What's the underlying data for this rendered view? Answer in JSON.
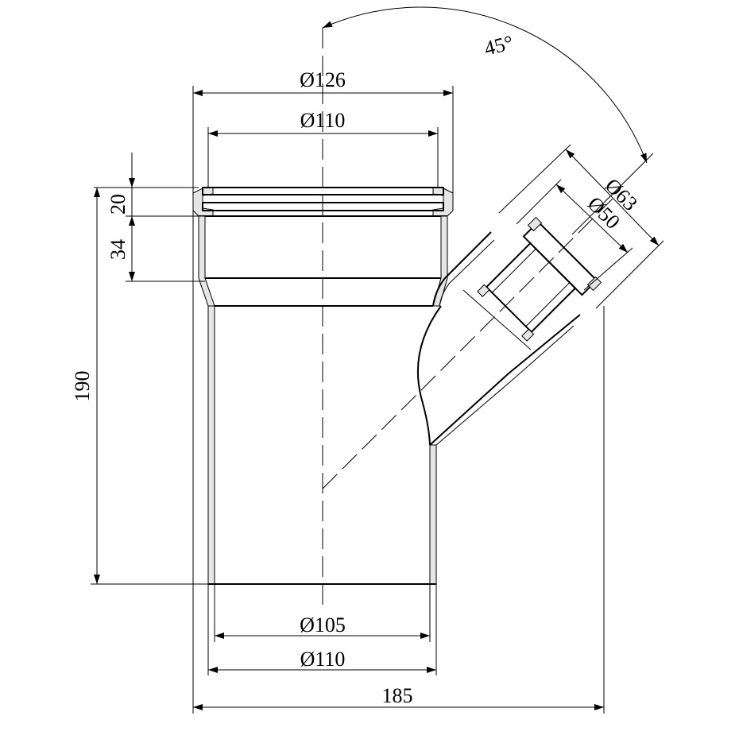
{
  "dimensions": {
    "angle": "45°",
    "top_outer_diameter": "Ø126",
    "top_inner_diameter": "Ø110",
    "branch_outer_diameter": "Ø63",
    "branch_inner_diameter": "Ø50",
    "socket_lip_height": "20",
    "socket_depth": "34",
    "overall_height": "190",
    "bottom_inner_diameter": "Ø105",
    "bottom_outer_diameter": "Ø110",
    "overall_width": "185"
  }
}
